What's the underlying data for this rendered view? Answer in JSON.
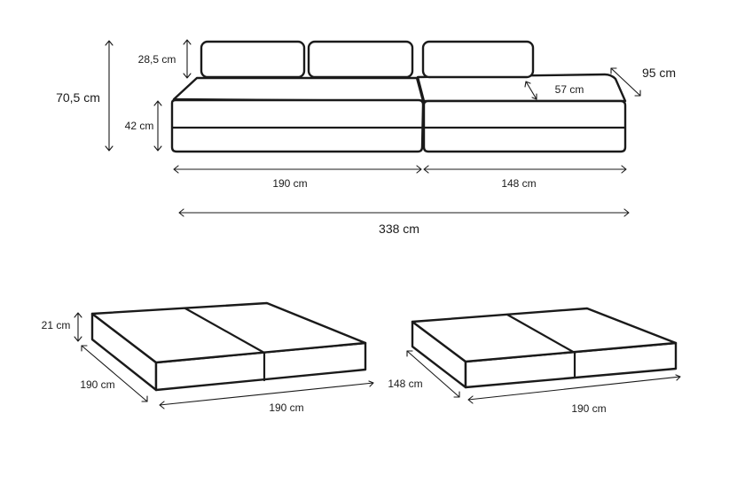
{
  "sofa": {
    "total_height": "70,5 cm",
    "cushion_height": "28,5 cm",
    "seat_height": "42 cm",
    "depth": "95 cm",
    "seat_depth": "57 cm",
    "left_width": "190 cm",
    "right_width": "148 cm",
    "total_width": "338 cm"
  },
  "bed_large": {
    "height": "21 cm",
    "depth": "190 cm",
    "width": "190 cm"
  },
  "bed_small": {
    "depth": "148 cm",
    "width": "190 cm"
  },
  "colors": {
    "line": "#1a1a1a",
    "background": "#ffffff"
  }
}
